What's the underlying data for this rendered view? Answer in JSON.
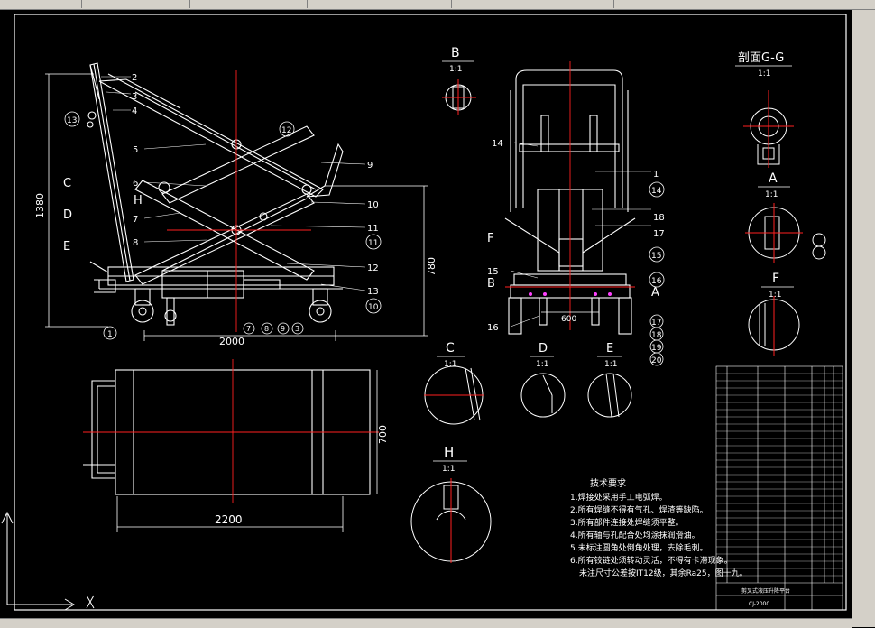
{
  "labels": {
    "view_b_title": "B",
    "scale": "1:1",
    "section_gg_title": "剖面G-G",
    "view_a_title": "A",
    "view_f_title": "F",
    "view_c_title": "C",
    "view_d_title": "D",
    "view_e_title": "E",
    "view_h_title": "H"
  },
  "dimensions": {
    "height_1380": "1380",
    "height_780": "780",
    "length_2000": "2000",
    "width_700": "700",
    "length_2200": "2200",
    "width_600": "600"
  },
  "side_callouts": [
    "2",
    "3",
    "4",
    "5",
    "6",
    "7",
    "8",
    "9",
    "10",
    "11",
    "12",
    "13"
  ],
  "side_circled": [
    "13",
    "12",
    "11",
    "10",
    "1",
    "7",
    "8",
    "9",
    "3"
  ],
  "side_letters": [
    "C",
    "D",
    "E",
    "H"
  ],
  "front_callouts": [
    "14",
    "18",
    "17",
    "15",
    "16",
    "1"
  ],
  "front_circled": [
    "14",
    "15",
    "16"
  ],
  "front_letters": [
    "F",
    "B",
    "A"
  ],
  "right_stack": [
    "17",
    "18",
    "19",
    "20"
  ],
  "tech_requirements": {
    "title": "技术要求",
    "items": [
      "1.焊接处采用手工电弧焊。",
      "2.所有焊缝不得有气孔、焊渣等缺陷。",
      "3.所有部件连接处焊缝须平整。",
      "4.所有轴与孔配合处均涂抹润滑油。",
      "5.未标注圆角处倒角处理，去除毛刺。",
      "6.所有铰链处须转动灵活，不得有卡滞现象。",
      "未注尺寸公差按IT12级，其余Ra25，图十九。"
    ]
  },
  "title_block": {
    "company": "剪叉式液压升降平台",
    "drawing_no": "CJ-2000"
  },
  "colors": {
    "line": "#ffffff",
    "center": "#ff2020",
    "accent": "#ff40ff"
  }
}
